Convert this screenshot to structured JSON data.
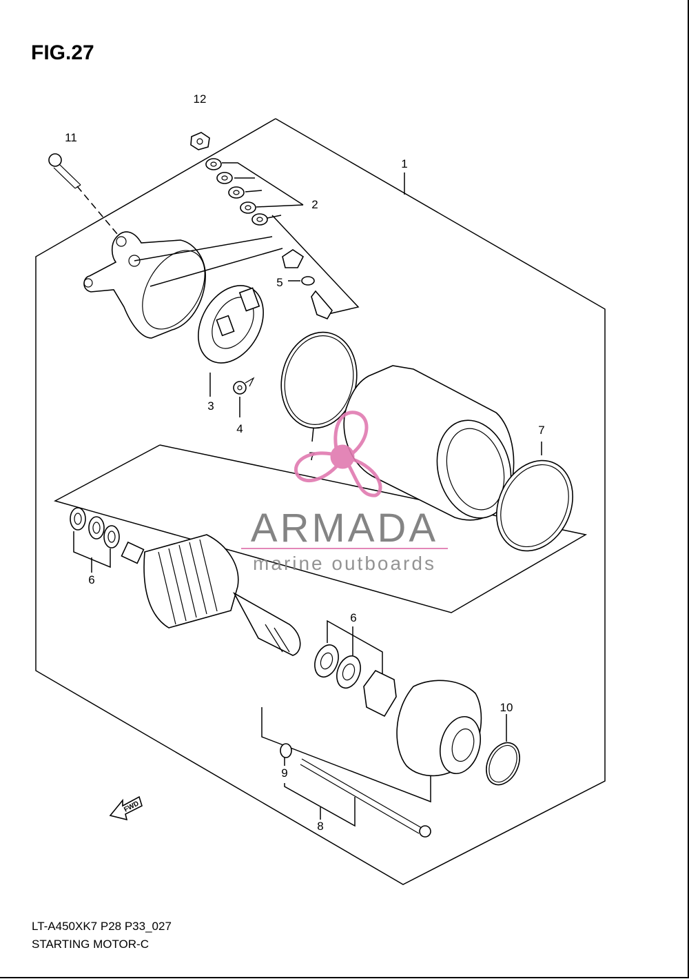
{
  "figure": {
    "title": "FIG.27",
    "model_code": "LT-A450XK7 P28 P33_027",
    "caption": "STARTING MOTOR-C"
  },
  "callouts": {
    "c1": "1",
    "c2": "2",
    "c3": "3",
    "c4": "4",
    "c5": "5",
    "c6a": "6",
    "c6b": "6",
    "c7a": "7",
    "c7b": "7",
    "c8": "8",
    "c9": "9",
    "c10": "10",
    "c11": "11",
    "c12": "12"
  },
  "fwd_label": "FWD",
  "watermark": {
    "brand": "ARMADA",
    "tagline": "marine outboards",
    "accent_color": "#e07ab0"
  }
}
